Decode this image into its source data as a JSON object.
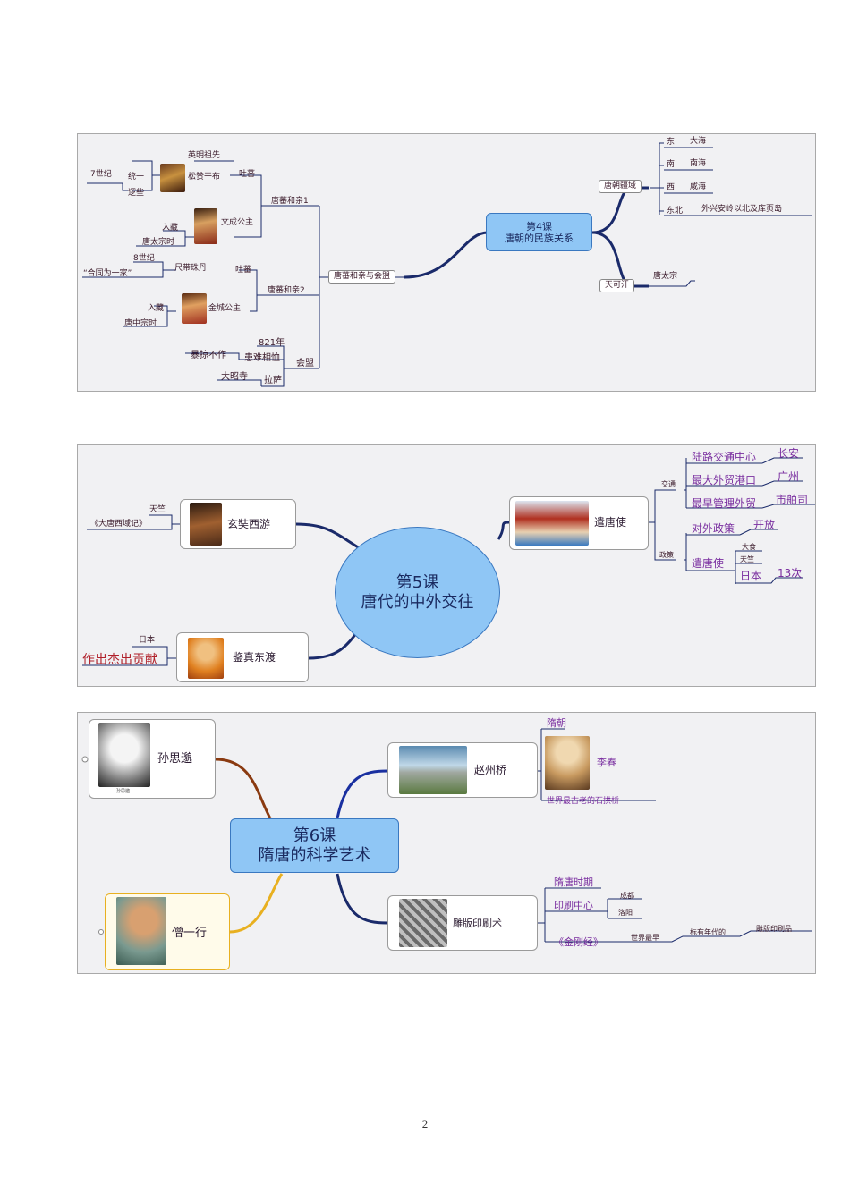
{
  "lesson4": {
    "center": [
      "第4课",
      "唐朝的民族关系"
    ],
    "territory": "唐朝疆域",
    "dir_east": "东",
    "east": "大海",
    "dir_south": "南",
    "south": "南海",
    "dir_west": "西",
    "west": "咸海",
    "dir_northeast": "东北",
    "northeast": "外兴安岭以北及库页岛",
    "tiankehan": "天可汗",
    "taizong": "唐太宗",
    "peace": "唐蕃和亲与会盟",
    "peace1": "唐蕃和亲1",
    "peace2": "唐蕃和亲2",
    "tubo1": "吐蕃",
    "tubo2": "吐蕃",
    "songzan": "松赞干布",
    "songzan_note": "英明祖先",
    "unify": "统一",
    "century7": "7世纪",
    "capital": "逻些",
    "wencheng": "文成公主",
    "enter_tibet1": "入藏",
    "taizong_time": "唐太宗时",
    "century8": "8世纪",
    "chide": "尺带珠丹",
    "one_family": "“合同为一家”",
    "jincheng": "金城公主",
    "enter_tibet2": "入藏",
    "zhongzong_time": "唐中宗时",
    "alliance": "会盟",
    "year821": "821年",
    "share": "患难相恤",
    "no_invade": "暴掠不作",
    "lhasa": "拉萨",
    "jokhang": "大昭寺"
  },
  "lesson5": {
    "center": [
      "第5课",
      "唐代的中外交往"
    ],
    "xuanzang": "玄奘西游",
    "tianzhu": "天竺",
    "record": "《大唐西域记》",
    "jianzhen": "鉴真东渡",
    "japan": "日本",
    "contribution": "作出杰出贡献",
    "envoys": "遣唐使",
    "traffic": "交通",
    "policy": "政策",
    "land_center": "陆路交通中心",
    "changan": "长安",
    "port": "最大外贸港口",
    "guangzhou": "广州",
    "earliest": "最早管理外贸",
    "shibosi": "市舶司",
    "foreign_policy": "对外政策",
    "open": "开放",
    "envoy_item": "遣唐使",
    "dashi": "大食",
    "tianzhu2": "天竺",
    "japan2": "日本",
    "times13": "13次"
  },
  "lesson6": {
    "center": [
      "第6课",
      "隋唐的科学艺术"
    ],
    "sunsimiao": "孙思邈",
    "portrait_caption": "孙思邈",
    "yixing": "僧一行",
    "zhaozhou": "赵州桥",
    "sui": "隋朝",
    "lichun": "李春",
    "oldest": "世界最古老的石拱桥",
    "printing": "雕版印刷术",
    "period": "隋唐时期",
    "center_print": "印刷中心",
    "chengdu": "成都",
    "luoyang": "洛阳",
    "diamond": "《金刚经》",
    "world_earliest": "世界最早",
    "dated": "标有年代的",
    "printed": "雕版印刷品"
  },
  "page_number": "2"
}
